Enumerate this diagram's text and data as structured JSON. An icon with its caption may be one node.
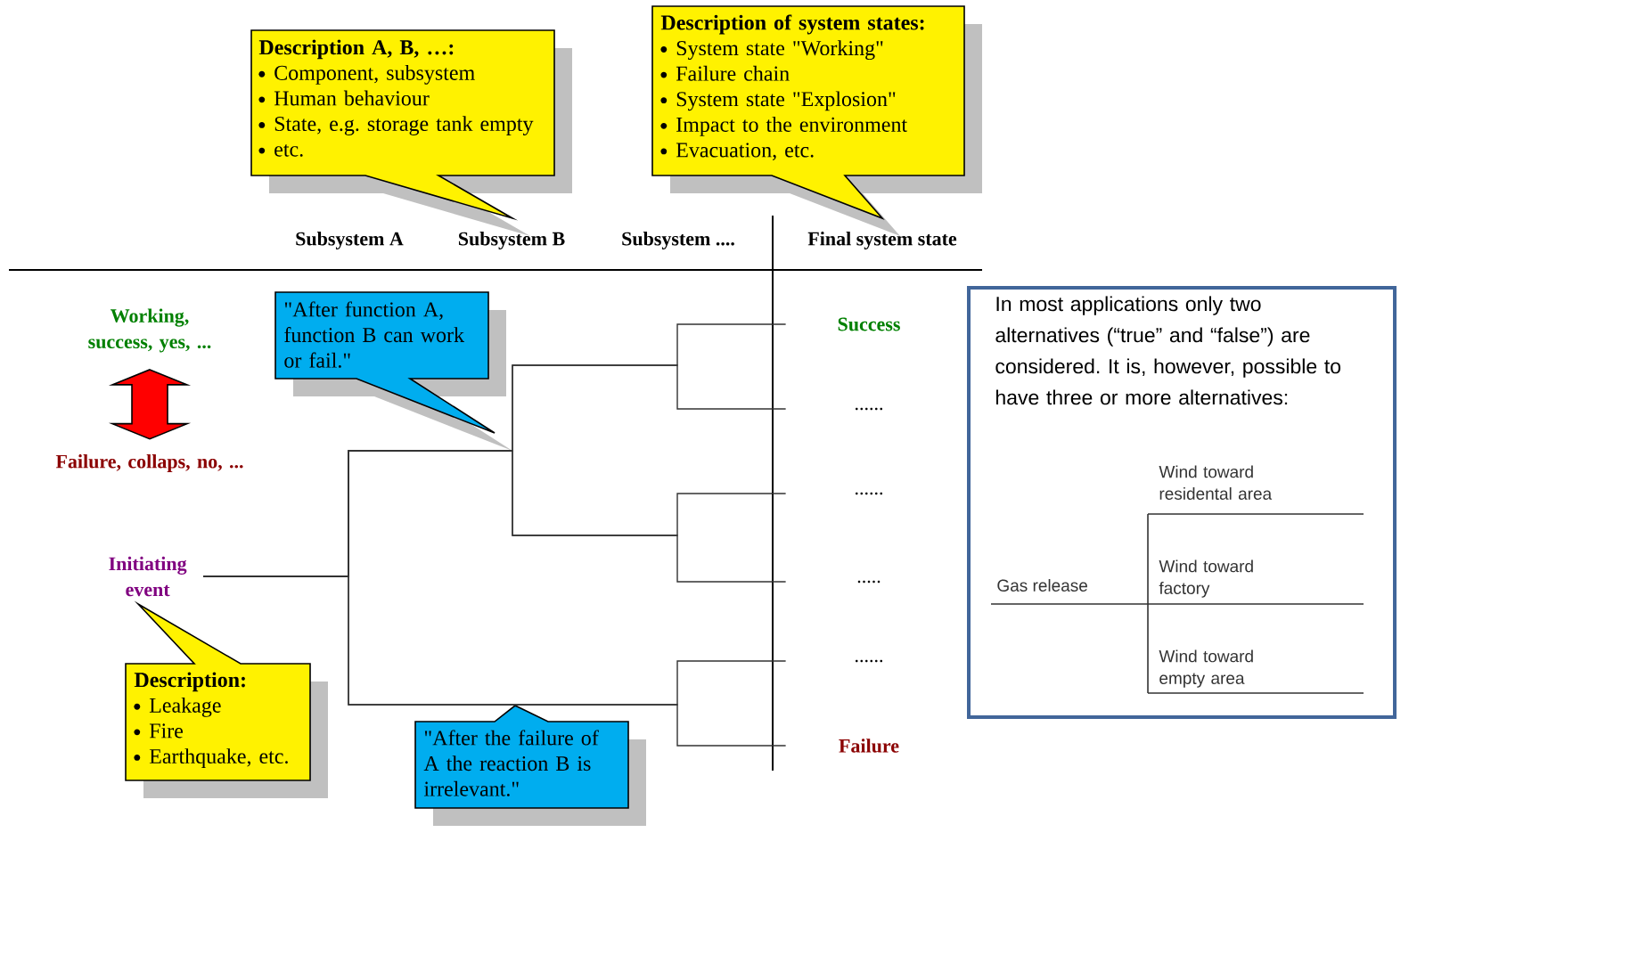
{
  "diagram": {
    "nodes": [
      {
        "text": [
          "Description A, B, …:",
          "Component, subsystem",
          "Human behaviour",
          "State, e.g. storage tank empty",
          "etc."
        ]
      },
      {
        "text": [
          "Description of system states:",
          "System state \"Working\"",
          "Failure chain",
          "System state \"Explosion\"",
          "Impact to the environment",
          "Evacuation, etc."
        ]
      },
      {
        "text": [
          "\"After function A, function B can work or fail.\""
        ]
      },
      {
        "text": [
          "Working, success, yes, ..."
        ]
      },
      {
        "text": [
          "Failure, collaps, no, ..."
        ]
      },
      {
        "text": [
          "Initiating event"
        ]
      },
      {
        "text": [
          "Description:",
          "Leakage",
          "Fire",
          "Earthquake, etc."
        ]
      },
      {
        "text": [
          "\"After the failure of A the reaction B is irrelevant.\""
        ]
      },
      {
        "text": [
          "Success"
        ]
      },
      {
        "text": [
          "......"
        ]
      },
      {
        "text": [
          "......"
        ]
      },
      {
        "text": [
          "....."
        ]
      },
      {
        "text": [
          "......"
        ]
      },
      {
        "text": [
          "Failure"
        ]
      },
      {
        "text": [
          "In most applications only two alternatives (“true” and “false”) are considered. It is, however, possible to have three or more alternatives:"
        ]
      }
    ],
    "edges": [
      {
        "from": 3,
        "to": 4,
        "arrow": "both",
        "color": "#ff0000"
      },
      {
        "from": 5,
        "to": 8,
        "arrow": "none"
      },
      {
        "from": 5,
        "to": 9,
        "arrow": "none"
      },
      {
        "from": 5,
        "to": 10,
        "arrow": "none"
      },
      {
        "from": 5,
        "to": 11,
        "arrow": "none"
      },
      {
        "from": 5,
        "to": 12,
        "arrow": "none"
      },
      {
        "from": 5,
        "to": 13,
        "arrow": "none"
      }
    ],
    "labels": [
      "Subsystem A",
      "Subsystem B",
      "Subsystem ....",
      "Final system state",
      "Wind toward residental area",
      "Gas release",
      "Wind toward factory",
      "Wind toward empty area"
    ]
  }
}
